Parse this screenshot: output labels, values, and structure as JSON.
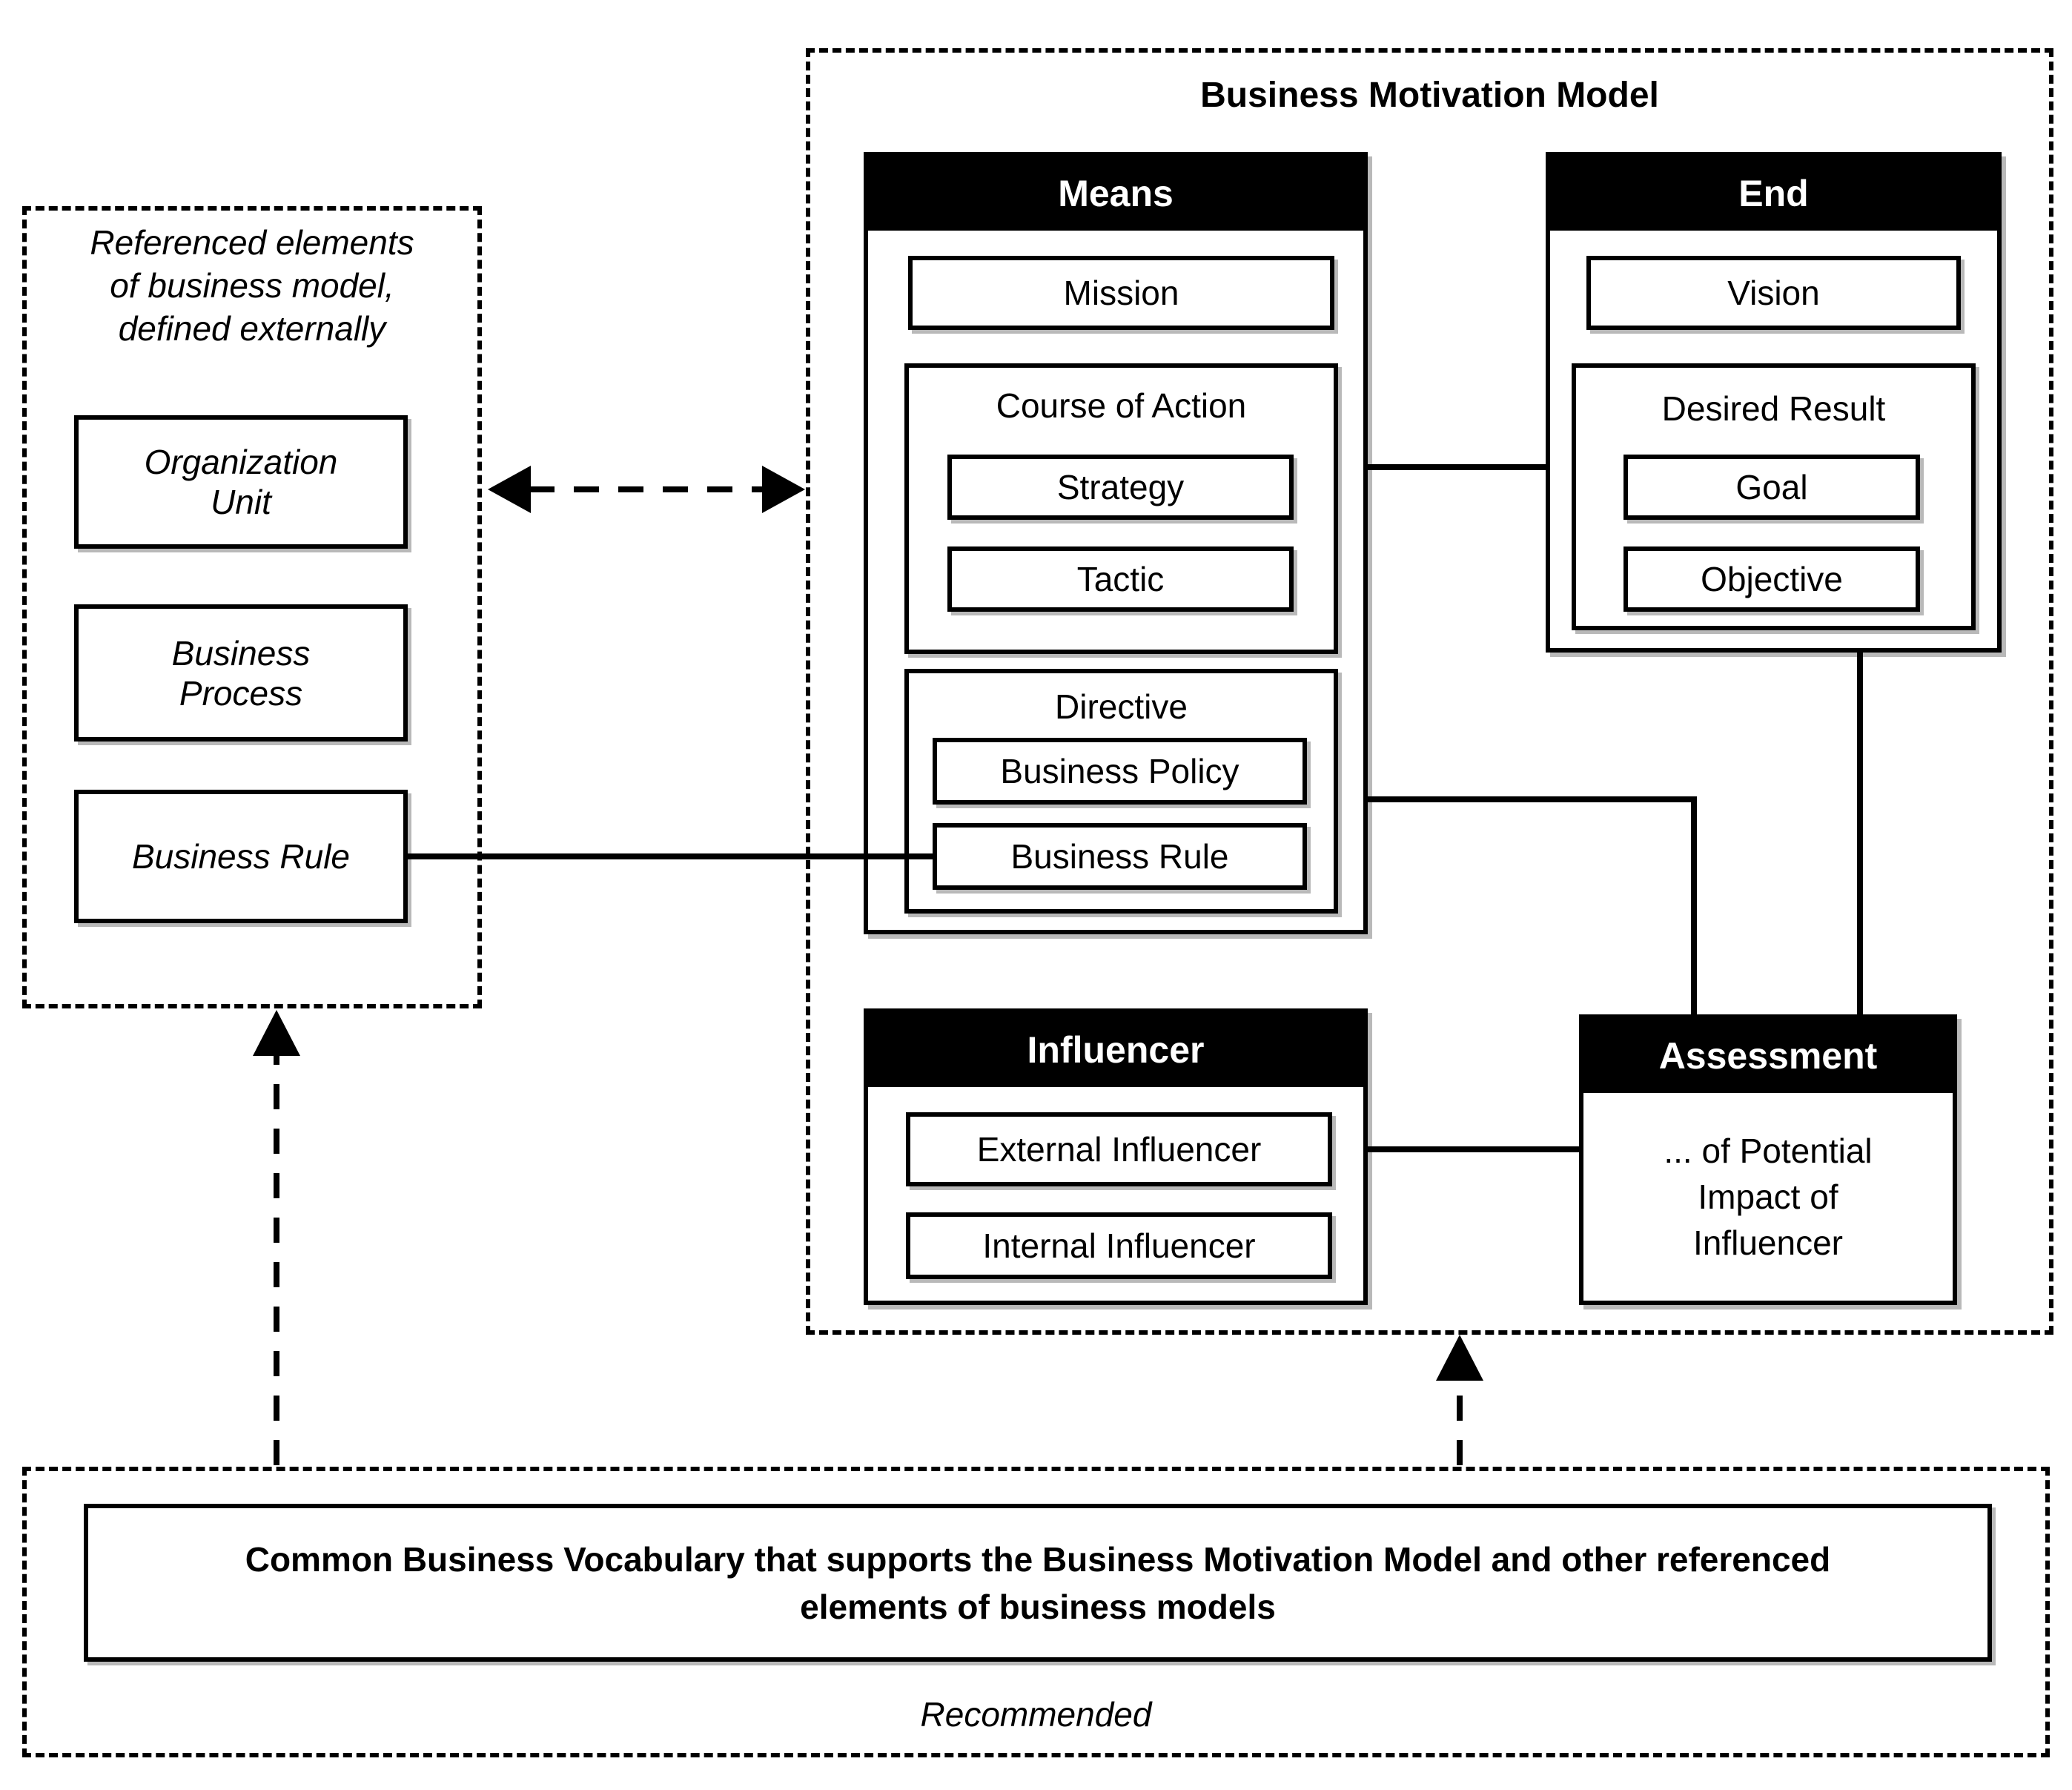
{
  "title": "Business Motivation Model",
  "means": {
    "header": "Means",
    "mission": "Mission",
    "course_of_action": {
      "label": "Course of Action",
      "strategy": "Strategy",
      "tactic": "Tactic"
    },
    "directive": {
      "label": "Directive",
      "business_policy": "Business Policy",
      "business_rule": "Business Rule"
    }
  },
  "end": {
    "header": "End",
    "vision": "Vision",
    "desired_result": {
      "label": "Desired Result",
      "goal": "Goal",
      "objective": "Objective"
    }
  },
  "influencer": {
    "header": "Influencer",
    "external": "External Influencer",
    "internal": "Internal Influencer"
  },
  "assessment": {
    "header": "Assessment",
    "lines": [
      "... of Potential",
      "Impact of",
      "Influencer"
    ]
  },
  "referenced": {
    "heading_lines": [
      "Referenced elements",
      "of business model,",
      "defined externally"
    ],
    "organization_unit_lines": [
      "Organization",
      "Unit"
    ],
    "business_process_lines": [
      "Business",
      "Process"
    ],
    "business_rule": "Business Rule"
  },
  "vocabulary": {
    "lines": [
      "Common Business Vocabulary that supports the Business Motivation Model and other referenced",
      "elements of business models"
    ],
    "caption": "Recommended"
  },
  "colors": {
    "header_bg": "#000000",
    "header_text": "#FFFFFF",
    "line_color": "#000000",
    "background": "#FFFFFF"
  }
}
